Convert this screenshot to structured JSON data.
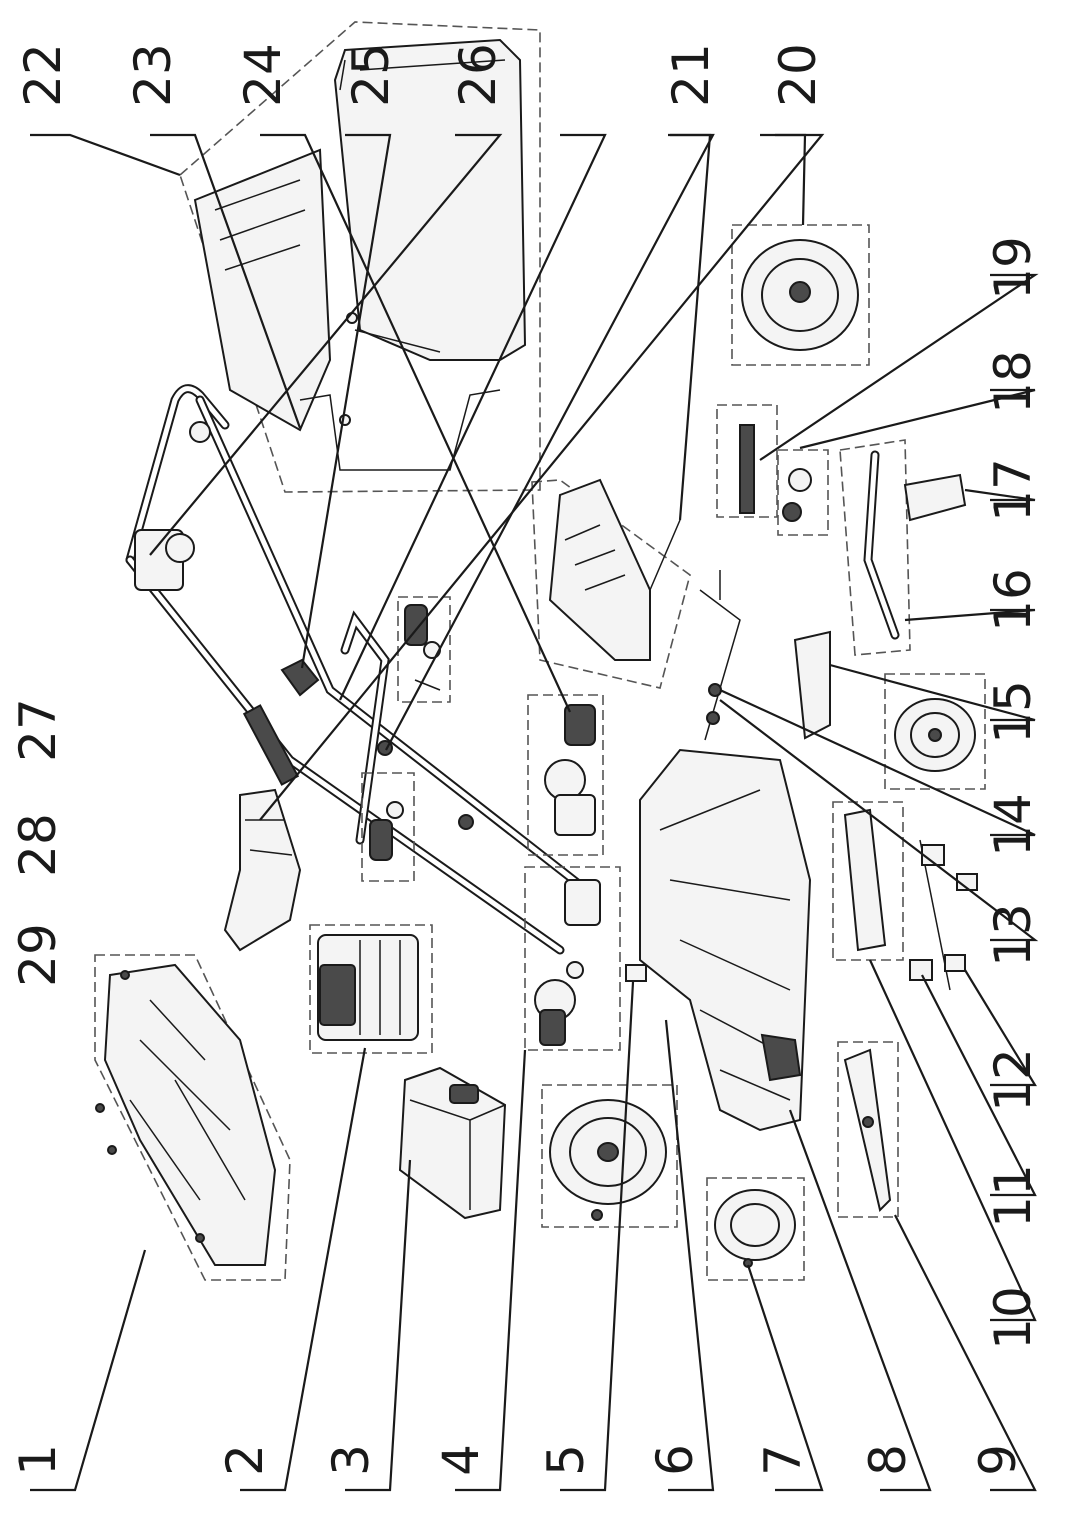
{
  "diagram": {
    "colors": {
      "ink": "#1a1a1a",
      "paper": "#ffffff"
    },
    "callouts": [
      {
        "id": "1",
        "label": "1"
      },
      {
        "id": "2",
        "label": "2"
      },
      {
        "id": "3",
        "label": "3"
      },
      {
        "id": "4",
        "label": "4"
      },
      {
        "id": "5",
        "label": "5"
      },
      {
        "id": "6",
        "label": "6"
      },
      {
        "id": "7",
        "label": "7"
      },
      {
        "id": "8",
        "label": "8"
      },
      {
        "id": "9",
        "label": "9"
      },
      {
        "id": "10",
        "label": "10"
      },
      {
        "id": "11",
        "label": "11"
      },
      {
        "id": "12",
        "label": "12"
      },
      {
        "id": "13",
        "label": "13"
      },
      {
        "id": "14",
        "label": "14"
      },
      {
        "id": "15",
        "label": "15"
      },
      {
        "id": "16",
        "label": "16"
      },
      {
        "id": "17",
        "label": "17"
      },
      {
        "id": "18",
        "label": "18"
      },
      {
        "id": "19",
        "label": "19"
      },
      {
        "id": "20",
        "label": "20"
      },
      {
        "id": "21",
        "label": "21"
      },
      {
        "id": "22",
        "label": "22"
      },
      {
        "id": "23",
        "label": "23"
      },
      {
        "id": "24",
        "label": "24"
      },
      {
        "id": "25",
        "label": "25"
      },
      {
        "id": "26",
        "label": "26"
      },
      {
        "id": "27",
        "label": "27"
      },
      {
        "id": "28",
        "label": "28"
      },
      {
        "id": "29",
        "label": "29"
      }
    ]
  }
}
